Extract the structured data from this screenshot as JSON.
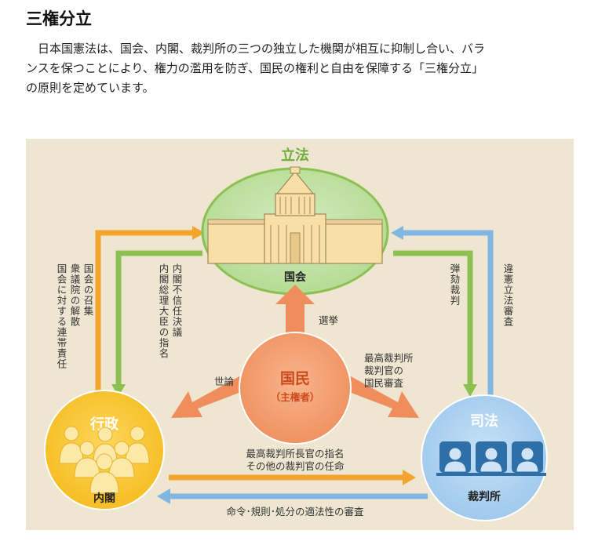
{
  "page": {
    "heading": "三権分立",
    "intro": [
      "　日本国憲法は、国会、内閣、裁判所の三つの独立した機関が相互に抑制し合い、バラ",
      "ンスを保つことにより、権力の濫用を防ぎ、国民の権利と自由を保障する「三権分立」",
      "の原則を定めています。"
    ]
  },
  "diagram": {
    "legislative": {
      "title": "立法",
      "body": "国会"
    },
    "executive": {
      "title": "行政",
      "body": "内閣"
    },
    "judicial": {
      "title": "司法",
      "body": "裁判所"
    },
    "people": {
      "title": "国民",
      "subtitle": "（主権者）"
    },
    "relations": {
      "diet_to_cabinet": [
        "国会の召集",
        "衆議院の解散",
        "国会に対する連帯責任"
      ],
      "cabinet_from_diet": [
        "内閣不信任決議",
        "内閣総理大臣の指名"
      ],
      "diet_to_court": [
        "弾劾裁判"
      ],
      "court_to_diet": [
        "違憲立法審査"
      ],
      "people_to_diet": "選挙",
      "people_to_cabinet": "世論",
      "people_to_court": [
        "最高裁判所",
        "裁判官の",
        "国民審査"
      ],
      "cabinet_to_court": [
        "最高裁判所長官の指名",
        "その他の裁判官の任命"
      ],
      "court_to_cabinet": "命令･規則･処分の適法性の審査"
    },
    "colors": {
      "background": "#efe6d2",
      "orange": "#f4a42c",
      "green": "#8cc152",
      "blue": "#7fb6e2",
      "people": "#f29a6d",
      "executive": "#f9c32e",
      "judicial": "#a9d0ef",
      "legislative": "#bfe0a3"
    }
  }
}
